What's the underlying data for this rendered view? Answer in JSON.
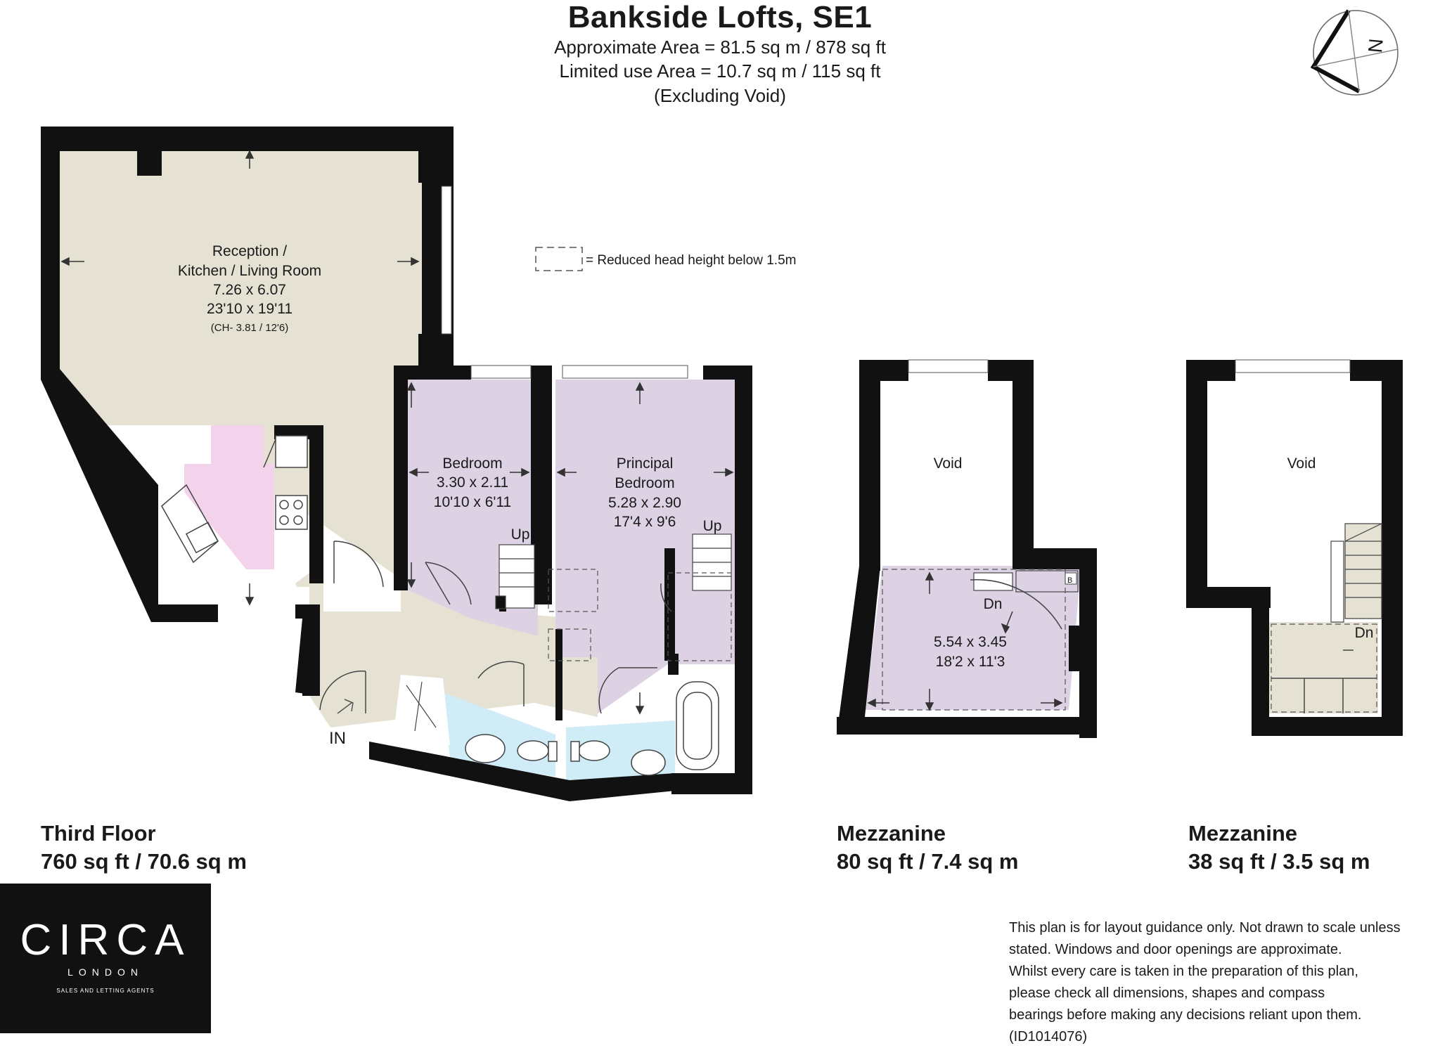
{
  "header": {
    "title": "Bankside Lofts, SE1",
    "approx_area": "Approximate Area = 81.5 sq m / 878 sq ft",
    "limited_area": "Limited use Area = 10.7 sq m / 115 sq ft",
    "excluding": "(Excluding Void)"
  },
  "compass": {
    "label": "N"
  },
  "legend": {
    "text": "= Reduced head height below 1.5m"
  },
  "rooms": {
    "reception": {
      "line1": "Reception /",
      "line2": "Kitchen / Living Room",
      "metric": "7.26 x 6.07",
      "imperial": "23'10 x 19'11",
      "ceiling": "(CH- 3.81 / 12'6)"
    },
    "bedroom": {
      "name": "Bedroom",
      "metric": "3.30 x 2.11",
      "imperial": "10'10 x 6'11"
    },
    "principal": {
      "line1": "Principal",
      "line2": "Bedroom",
      "metric": "5.28 x 2.90",
      "imperial": "17'4 x 9'6"
    },
    "mezz1": {
      "void": "Void",
      "metric": "5.54 x 3.45",
      "imperial": "18'2 x 11'3"
    },
    "mezz2": {
      "void": "Void"
    }
  },
  "labels": {
    "up": "Up",
    "dn": "Dn",
    "in": "IN",
    "boiler": "B"
  },
  "floors": {
    "third": {
      "name": "Third Floor",
      "area": "760 sq ft / 70.6 sq m"
    },
    "mezz1": {
      "name": "Mezzanine",
      "area": "80 sq ft / 7.4 sq m"
    },
    "mezz2": {
      "name": "Mezzanine",
      "area": "38 sq ft / 3.5 sq m"
    }
  },
  "disclaimer": [
    "This plan is for layout guidance only. Not drawn to scale unless",
    "stated. Windows and door openings are approximate.",
    "Whilst every care is taken in the preparation of this plan,",
    "please check all dimensions, shapes and compass",
    "bearings before making any decisions reliant upon them. (ID1014076)"
  ],
  "logo": {
    "name": "CIRCA",
    "city": "LONDON",
    "tagline": "SALES AND LETTING AGENTS"
  },
  "colors": {
    "wall": "#111111",
    "reception": "#e6e2d3",
    "bedroom": "#dcd2e4",
    "kitchen": "#f3d3ec",
    "bathroom": "#cfecf7",
    "hall": "#e6e2d3"
  }
}
